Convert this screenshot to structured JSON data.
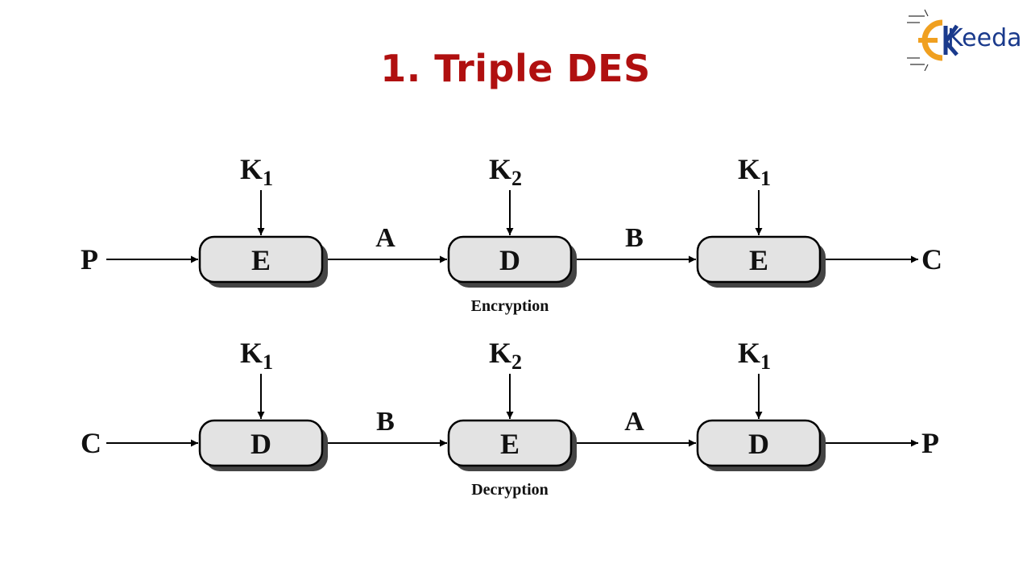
{
  "slide": {
    "title": "1. Triple DES"
  },
  "logo": {
    "text": "Keeda"
  },
  "encryption": {
    "caption": "Encryption",
    "input": "P",
    "output": "C",
    "stages": [
      {
        "op": "E",
        "key": "K",
        "key_sub": "1"
      },
      {
        "op": "D",
        "key": "K",
        "key_sub": "2"
      },
      {
        "op": "E",
        "key": "K",
        "key_sub": "1"
      }
    ],
    "links": [
      "A",
      "B"
    ]
  },
  "decryption": {
    "caption": "Decryption",
    "input": "C",
    "output": "P",
    "stages": [
      {
        "op": "D",
        "key": "K",
        "key_sub": "1"
      },
      {
        "op": "E",
        "key": "K",
        "key_sub": "2"
      },
      {
        "op": "D",
        "key": "K",
        "key_sub": "1"
      }
    ],
    "links": [
      "B",
      "A"
    ]
  },
  "colors": {
    "title": "#b01010",
    "box_fill": "#e3e3e3",
    "logo_orange": "#f0a020",
    "logo_blue": "#1a3a8c"
  }
}
